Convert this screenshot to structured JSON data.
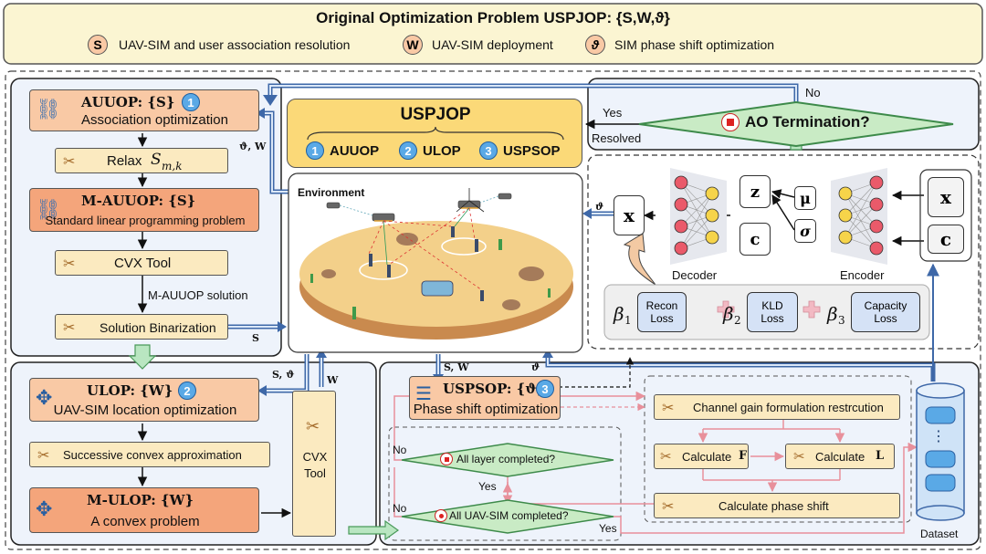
{
  "header": {
    "title": "Original Optimization Problem USPJOP: {S,W,ϑ}",
    "legend": [
      {
        "symbol": "S",
        "label": "UAV-SIM and user association resolution"
      },
      {
        "symbol": "W",
        "label": "UAV-SIM deployment"
      },
      {
        "symbol": "ϑ",
        "label": "SIM phase shift optimization"
      }
    ]
  },
  "left_top": {
    "auuop_title": "AUUOP: {S}",
    "auuop_num": "1",
    "auuop_sub": "Association optimization",
    "relax_label": "Relax",
    "relax_var": "S",
    "relax_sub": "m,k",
    "mauuop_title": "M-AUUOP: {S}",
    "mauuop_sub": "Standard linear programming problem",
    "cvx_label": "CVX Tool",
    "solution_label": "M-AUUOP solution",
    "binarize_label": "Solution Binarization",
    "in_label": "ϑ, W",
    "out_label": "S"
  },
  "left_bottom": {
    "ulop_title": "ULOP: {W}",
    "ulop_num": "2",
    "ulop_sub": "UAV-SIM location optimization",
    "sca_label": "Successive convex approximation",
    "mulop_title": "M-ULOP: {W}",
    "mulop_sub": "A convex problem",
    "cvx_line1": "CVX",
    "cvx_line2": "Tool",
    "in_label": "S, ϑ",
    "out_label": "W"
  },
  "center": {
    "uspjop_title": "USPJOP",
    "subproblems": [
      {
        "num": "1",
        "label": "AUUOP"
      },
      {
        "num": "2",
        "label": "ULOP"
      },
      {
        "num": "3",
        "label": "USPSOP"
      }
    ],
    "environment_label": "Environment",
    "sw_label": "S, W",
    "theta_label": "ϑ"
  },
  "ao": {
    "label": "AO Termination?",
    "no_label": "No",
    "yes_label": "Yes",
    "resolved_label": "Resolved"
  },
  "vae": {
    "x_label": "x",
    "z_label": "z",
    "c_label": "c",
    "mu_label": "μ",
    "sigma_label": "σ",
    "decoder_label": "Decoder",
    "encoder_label": "Encoder",
    "in_x": "x",
    "in_c": "c",
    "theta_in": "ϑ",
    "losses": [
      {
        "beta": "β",
        "sub": "1",
        "line1": "Recon",
        "line2": "Loss"
      },
      {
        "beta": "β",
        "sub": "2",
        "line1": "KLD",
        "line2": "Loss"
      },
      {
        "beta": "β",
        "sub": "3",
        "line1": "Capacity",
        "line2": "Loss"
      }
    ]
  },
  "bottom_right": {
    "uspsop_title": "USPSOP: {ϑ}",
    "uspsop_num": "3",
    "uspsop_sub": "Phase shift optimization",
    "channel_label": "Channel gain formulation restrcution",
    "calc_f_label": "Calculate",
    "calc_f_var": "F",
    "calc_l_label": "Calculate",
    "calc_l_var": "L",
    "calc_phase_label": "Calculate phase shift",
    "layer_q": "All layer completed?",
    "uav_q": "All UAV-SIM completed?",
    "no1": "No",
    "yes1": "Yes",
    "no2": "No",
    "yes2": "Yes",
    "dataset_label": "Dataset",
    "dataset_dots": "⋮"
  },
  "colors": {
    "orange_light": "#f9c9a5",
    "orange_dark": "#f4a57b",
    "yellow": "#fbeac0",
    "green_diamond": "#c9ebc5",
    "blue_num": "#5aa9e6",
    "arrow_pink": "#e89aa3",
    "arrow_blue": "#4f79b8",
    "arrow_green": "#b9e6c1"
  }
}
